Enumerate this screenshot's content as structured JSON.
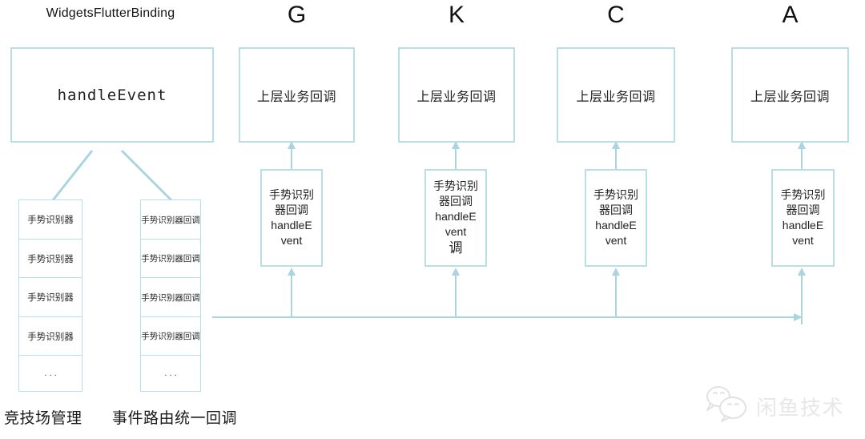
{
  "diagram": {
    "binding_title": "WidgetsFlutterBinding",
    "main_box_label": "handleEvent",
    "columns": [
      {
        "letter": "G",
        "callback_box": "上层业务回调",
        "recognizer_box": "手势识别\n器回调\nhandleE\nvent",
        "overflow": ""
      },
      {
        "letter": "K",
        "callback_box": "上层业务回调",
        "recognizer_box": "手势识别\n器回调\nhandleE\nvent",
        "overflow": "调"
      },
      {
        "letter": "C",
        "callback_box": "上层业务回调",
        "recognizer_box": "手势识别\n器回调\nhandleE\nvent",
        "overflow": ""
      },
      {
        "letter": "A",
        "callback_box": "上层业务回调",
        "recognizer_box": "手势识别\n器回调\nhandleE\nvent",
        "overflow": ""
      }
    ],
    "arena_stack": {
      "cells": [
        "手势识别器",
        "手势识别器",
        "手势识别器",
        "手势识别器"
      ],
      "ellipsis": ".\n.\n.",
      "label": "竞技场管理"
    },
    "router_stack": {
      "cells": [
        "手势识别器回调",
        "手势识别器回调",
        "手势识别器回调",
        "手势识别器回调"
      ],
      "ellipsis": ".\n.\n.",
      "label": "事件路由统一回调"
    },
    "watermark": "闲鱼技术",
    "colors": {
      "box_border": "#b8dee6",
      "connector": "#a9d4e0",
      "text": "#1f1f1f",
      "watermark": "#e7e7e7"
    }
  }
}
